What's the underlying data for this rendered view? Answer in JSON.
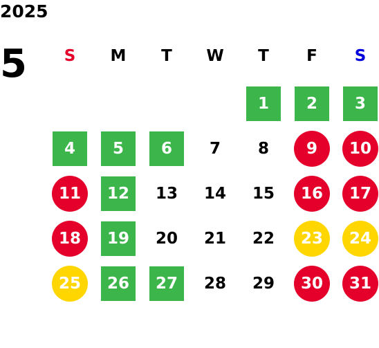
{
  "calendar": {
    "year": "2025",
    "month": "5",
    "weekdays": [
      {
        "label": "S",
        "color": "#e4002b"
      },
      {
        "label": "M",
        "color": "#000000"
      },
      {
        "label": "T",
        "color": "#000000"
      },
      {
        "label": "W",
        "color": "#000000"
      },
      {
        "label": "T",
        "color": "#000000"
      },
      {
        "label": "F",
        "color": "#000000"
      },
      {
        "label": "S",
        "color": "#0000dd"
      }
    ],
    "first_weekday_index": 4,
    "days": [
      {
        "day": "1",
        "style": "green"
      },
      {
        "day": "2",
        "style": "green"
      },
      {
        "day": "3",
        "style": "green"
      },
      {
        "day": "4",
        "style": "green"
      },
      {
        "day": "5",
        "style": "green"
      },
      {
        "day": "6",
        "style": "green"
      },
      {
        "day": "7",
        "style": "plain"
      },
      {
        "day": "8",
        "style": "plain"
      },
      {
        "day": "9",
        "style": "red"
      },
      {
        "day": "10",
        "style": "red"
      },
      {
        "day": "11",
        "style": "red"
      },
      {
        "day": "12",
        "style": "green"
      },
      {
        "day": "13",
        "style": "plain"
      },
      {
        "day": "14",
        "style": "plain"
      },
      {
        "day": "15",
        "style": "plain"
      },
      {
        "day": "16",
        "style": "red"
      },
      {
        "day": "17",
        "style": "red"
      },
      {
        "day": "18",
        "style": "red"
      },
      {
        "day": "19",
        "style": "green"
      },
      {
        "day": "20",
        "style": "plain"
      },
      {
        "day": "21",
        "style": "plain"
      },
      {
        "day": "22",
        "style": "plain"
      },
      {
        "day": "23",
        "style": "yellow"
      },
      {
        "day": "24",
        "style": "yellow"
      },
      {
        "day": "25",
        "style": "yellow"
      },
      {
        "day": "26",
        "style": "green"
      },
      {
        "day": "27",
        "style": "green"
      },
      {
        "day": "28",
        "style": "plain"
      },
      {
        "day": "29",
        "style": "plain"
      },
      {
        "day": "30",
        "style": "red"
      },
      {
        "day": "31",
        "style": "red"
      }
    ],
    "colors": {
      "green": "#3cb54a",
      "red": "#e4002b",
      "yellow": "#ffd600",
      "sunday": "#e4002b",
      "saturday": "#0000dd"
    }
  }
}
